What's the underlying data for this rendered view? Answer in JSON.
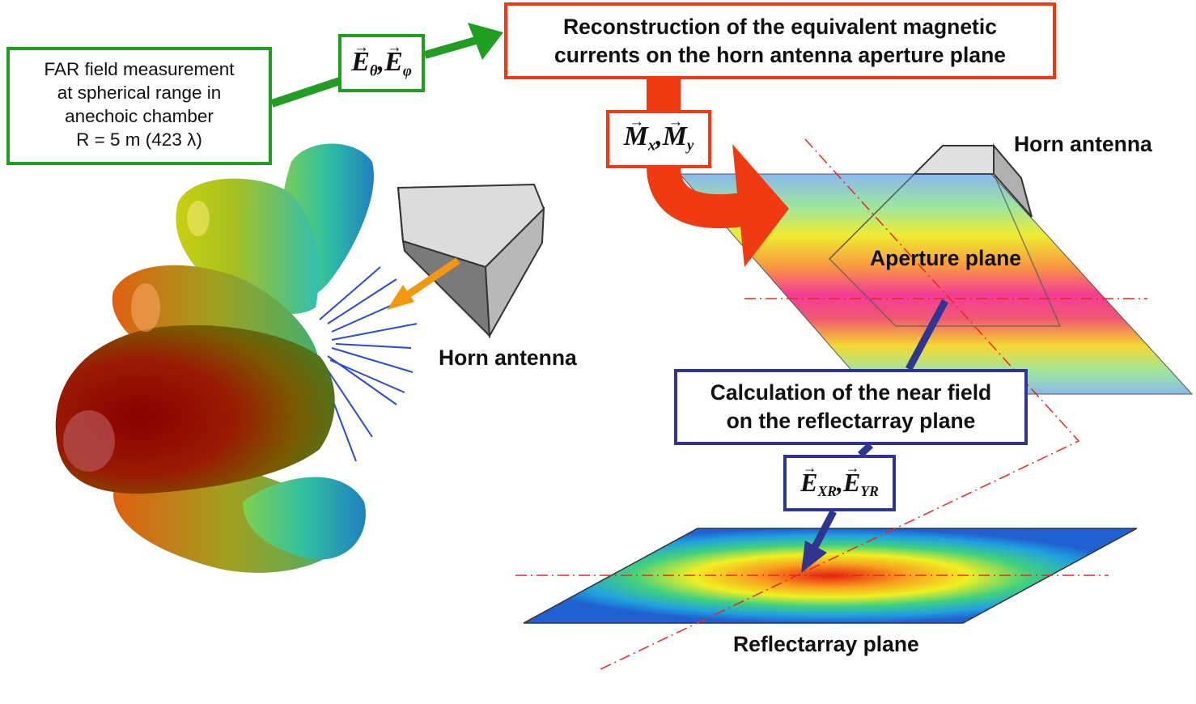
{
  "boxes": {
    "far_field": {
      "lines": [
        "FAR field measurement",
        "at spherical range in",
        "anechoic chamber",
        "R = 5 m (423 λ)"
      ]
    },
    "reconstruction": {
      "lines": [
        "Reconstruction of the equivalent magnetic",
        "currents on the horn antenna aperture plane"
      ]
    },
    "calculation": {
      "lines": [
        "Calculation of the near field",
        "on the reflectarray plane"
      ]
    }
  },
  "equations": {
    "far": {
      "base1": "E",
      "sub1": "θ",
      "sep": ",",
      "base2": "E",
      "sub2": "φ"
    },
    "currents": {
      "base1": "M",
      "sub1": "x",
      "sep": ",",
      "base2": "M",
      "sub2": "y"
    },
    "reflect": {
      "base1": "E",
      "sub1": "XR",
      "sep": ",",
      "base2": "E",
      "sub2": "YR"
    }
  },
  "labels": {
    "horn_left": "Horn antenna",
    "horn_right": "Horn antenna",
    "aperture": "Aperture plane",
    "reflectarray": "Reflectarray plane"
  },
  "colors": {
    "green": "#1f9e22",
    "red_orange": "#f03a12",
    "navy": "#2f3590",
    "orange_arrow": "#f5960f",
    "dashdot": "#e8281e"
  }
}
